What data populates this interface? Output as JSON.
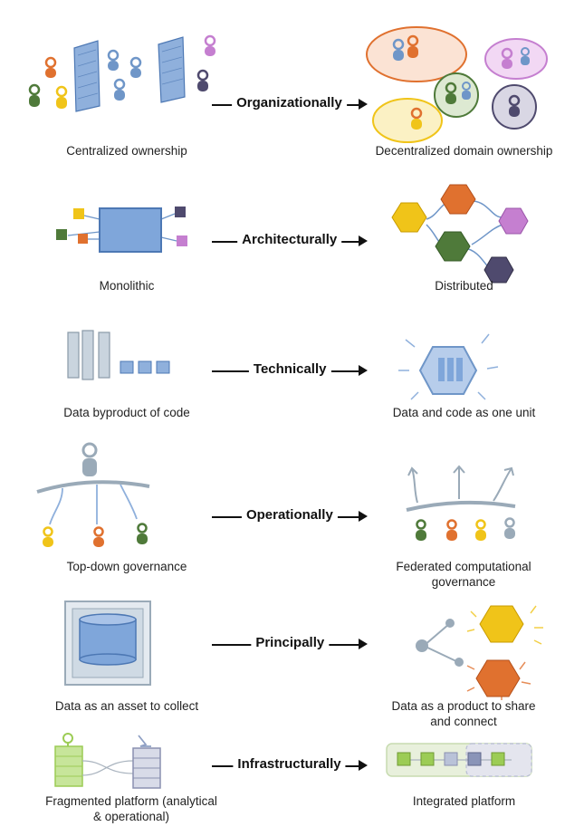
{
  "rows": [
    {
      "shift": "Organizationally",
      "left": {
        "caption": "Centralized ownership"
      },
      "right": {
        "caption": "Decentralized domain ownership"
      }
    },
    {
      "shift": "Architecturally",
      "left": {
        "caption": "Monolithic"
      },
      "right": {
        "caption": "Distributed"
      }
    },
    {
      "shift": "Technically",
      "left": {
        "caption": "Data byproduct of code"
      },
      "right": {
        "caption": "Data and code as one unit"
      }
    },
    {
      "shift": "Operationally",
      "left": {
        "caption": "Top-down governance"
      },
      "right": {
        "caption": "Federated computational governance"
      }
    },
    {
      "shift": "Principally",
      "left": {
        "caption": "Data as an asset to collect"
      },
      "right": {
        "caption": "Data as a product to share and connect"
      }
    },
    {
      "shift": "Infrastructurally",
      "left": {
        "caption": "Fragmented platform (analytical & operational)"
      },
      "right": {
        "caption": "Integrated platform"
      }
    }
  ],
  "colors": {
    "orange": "#e0712f",
    "yellow": "#f0c419",
    "green": "#4f7a3a",
    "blue": "#6f96c8",
    "purple": "#c57fd0",
    "darkpurple": "#4f4a6e",
    "lime": "#9ccc55",
    "gray": "#9aaab8",
    "arrow": "#111111"
  }
}
